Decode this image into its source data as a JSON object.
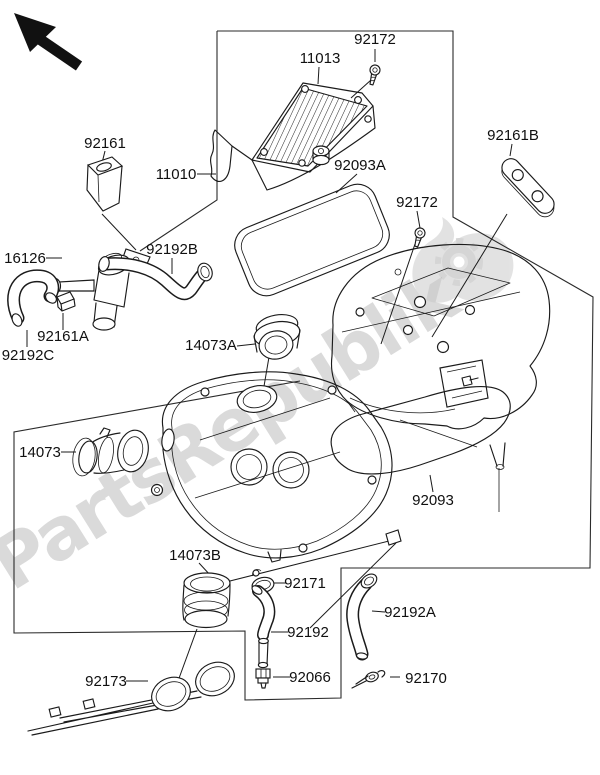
{
  "diagram": {
    "title_hint": "air-cleaner-exploded-parts-diagram",
    "watermark": "PartsRepublik",
    "watermark_color": "#bcbcbc",
    "line_color": "#1b1b1b",
    "labels": [
      {
        "id": "92172-top",
        "text": "92172"
      },
      {
        "id": "11013",
        "text": "11013"
      },
      {
        "id": "92161",
        "text": "92161"
      },
      {
        "id": "11010",
        "text": "11010"
      },
      {
        "id": "92093A",
        "text": "92093A"
      },
      {
        "id": "92172-side",
        "text": "92172"
      },
      {
        "id": "92161B",
        "text": "92161B"
      },
      {
        "id": "16126",
        "text": "16126"
      },
      {
        "id": "92192B",
        "text": "92192B"
      },
      {
        "id": "92161A",
        "text": "92161A"
      },
      {
        "id": "92192C",
        "text": "92192C"
      },
      {
        "id": "14073A",
        "text": "14073A"
      },
      {
        "id": "14073",
        "text": "14073"
      },
      {
        "id": "92093",
        "text": "92093"
      },
      {
        "id": "14073B",
        "text": "14073B"
      },
      {
        "id": "92171",
        "text": "92171"
      },
      {
        "id": "92192",
        "text": "92192"
      },
      {
        "id": "92066",
        "text": "92066"
      },
      {
        "id": "92173",
        "text": "92173"
      },
      {
        "id": "92192A",
        "text": "92192A"
      },
      {
        "id": "92170",
        "text": "92170"
      }
    ]
  }
}
